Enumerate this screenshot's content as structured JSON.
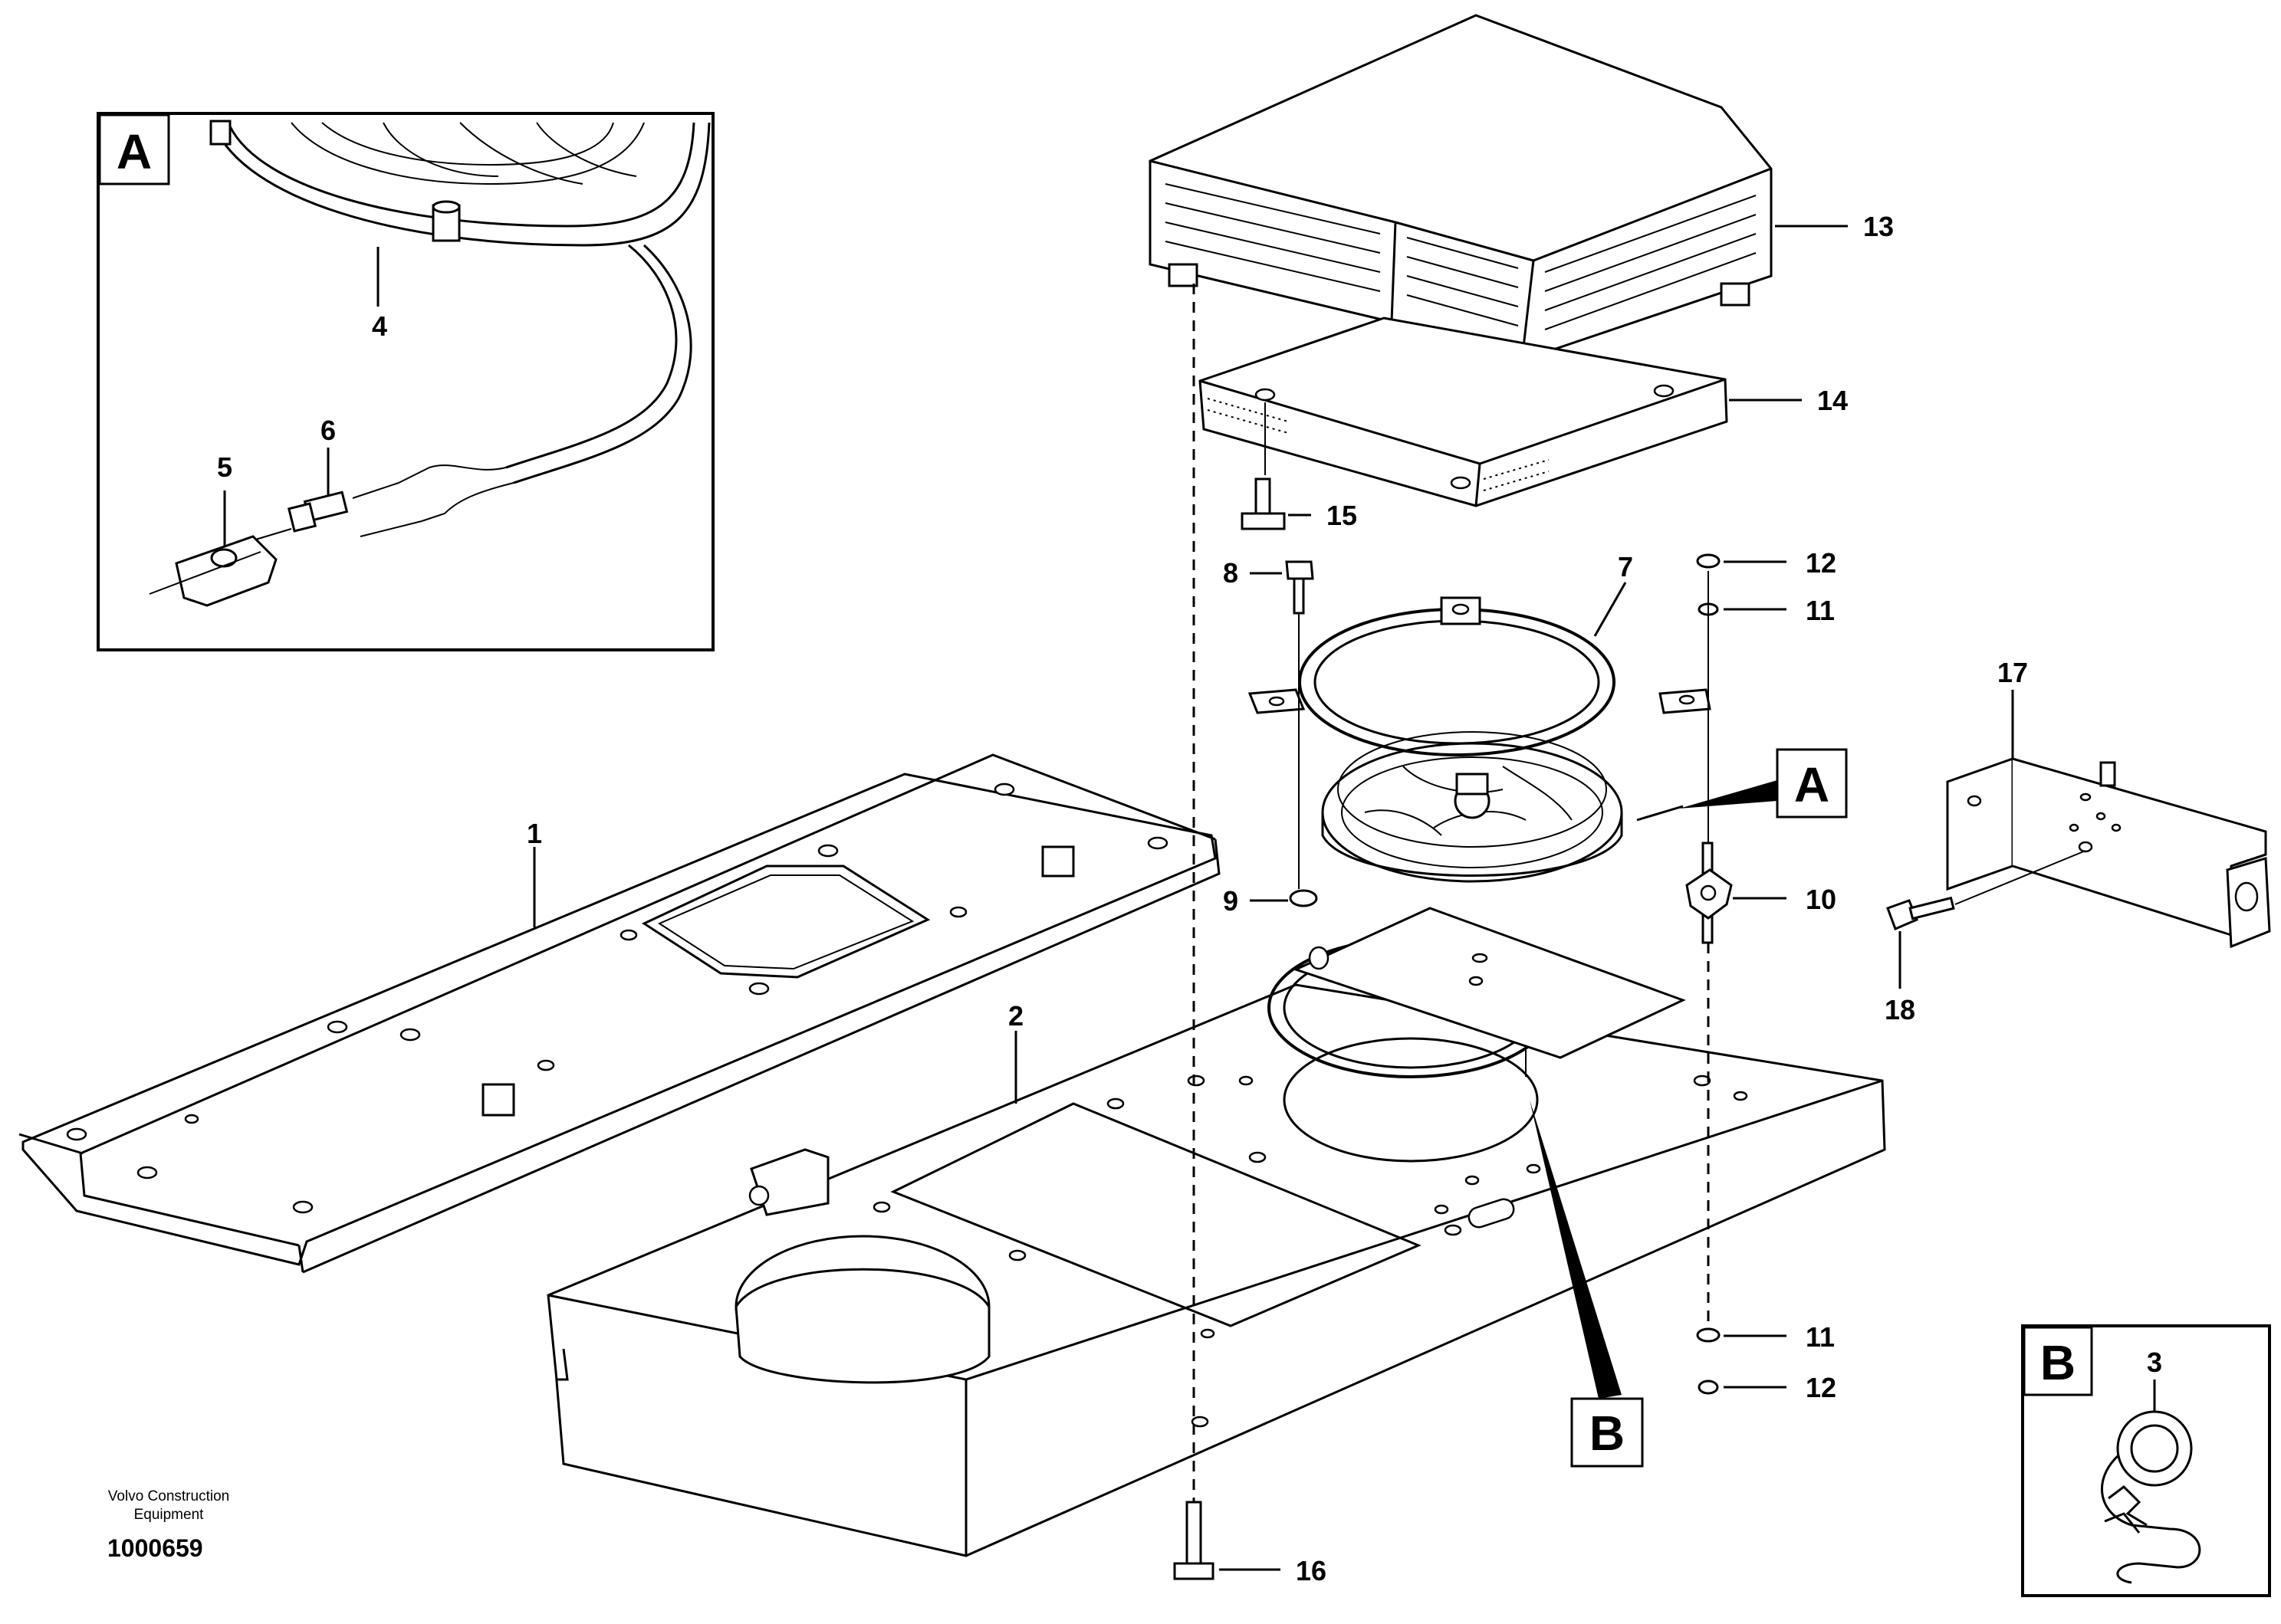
{
  "credit": {
    "line1": "Volvo Construction",
    "line2": "Equipment"
  },
  "drawing_number": "1000659",
  "detail_labels": {
    "a_inset": "A",
    "a_callout": "A",
    "b_callout": "B",
    "b_inset": "B"
  },
  "part_numbers": {
    "p1": "1",
    "p2": "2",
    "p3": "3",
    "p4": "4",
    "p5": "5",
    "p6": "6",
    "p7": "7",
    "p8": "8",
    "p9": "9",
    "p10": "10",
    "p11_top": "11",
    "p11_bottom": "11",
    "p12_top": "12",
    "p12_bottom": "12",
    "p13": "13",
    "p14": "14",
    "p15": "15",
    "p16": "16",
    "p17": "17",
    "p18": "18"
  }
}
